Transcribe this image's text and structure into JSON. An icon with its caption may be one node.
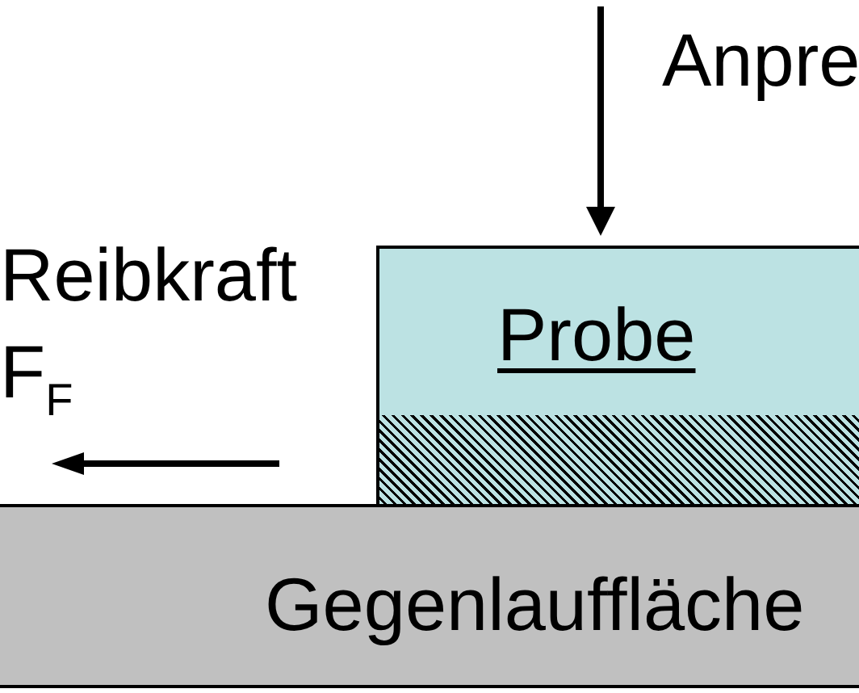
{
  "diagram": {
    "nodes": [
      {
        "text": [
          "Probe"
        ]
      },
      {
        "text": [],
        "shape": "box"
      },
      {
        "text": [
          "Gegenlauffläche"
        ]
      }
    ],
    "labels": [
      "Anpre",
      "Reibkraft F$_{F}$"
    ]
  }
}
